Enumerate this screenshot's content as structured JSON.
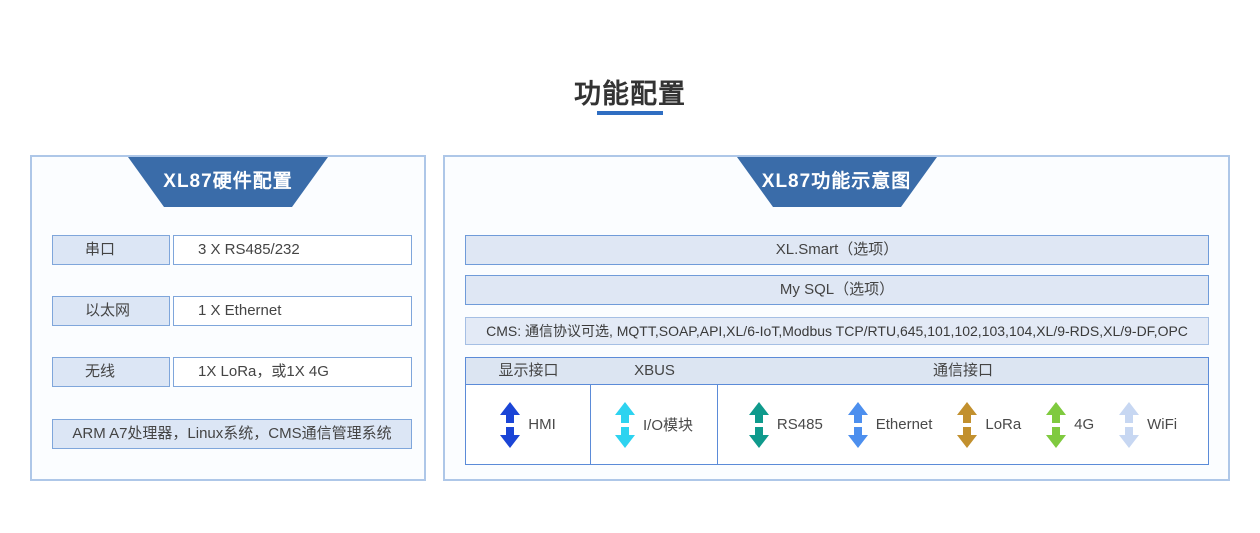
{
  "page": {
    "title": "功能配置"
  },
  "colors": {
    "accent_blue": "#2f6ec2",
    "header_blue": "#3a6ca9"
  },
  "left_panel": {
    "header": "XL87硬件配置",
    "rows": [
      {
        "label": "串口",
        "value": "3 X RS485/232"
      },
      {
        "label": "以太网",
        "value": "1 X Ethernet"
      },
      {
        "label": "无线",
        "value": "1X LoRa，或1X 4G"
      }
    ],
    "footer": "ARM A7处理器，Linux系统，CMS通信管理系统"
  },
  "right_panel": {
    "header": "XL87功能示意图",
    "option_rows": [
      "XL.Smart（选项）",
      "My SQL（选项）"
    ],
    "cms_row": "CMS: 通信协议可选, MQTT,SOAP,API,XL/6-IoT,Modbus TCP/RTU,645,101,102,103,104,XL/9-RDS,XL/9-DF,OPC",
    "table": {
      "headers": [
        "显示接口",
        "XBUS",
        "通信接口"
      ],
      "items": [
        {
          "label": "HMI",
          "color": "#1b45d6"
        },
        {
          "label": "I/O模块",
          "color": "#2ed3f0"
        },
        {
          "label": "RS485",
          "color": "#0f9a8c"
        },
        {
          "label": "Ethernet",
          "color": "#4d8fee"
        },
        {
          "label": "LoRa",
          "color": "#c2902e"
        },
        {
          "label": "4G",
          "color": "#7fca3f"
        },
        {
          "label": "WiFi",
          "color": "#c7d7f2"
        }
      ]
    }
  }
}
